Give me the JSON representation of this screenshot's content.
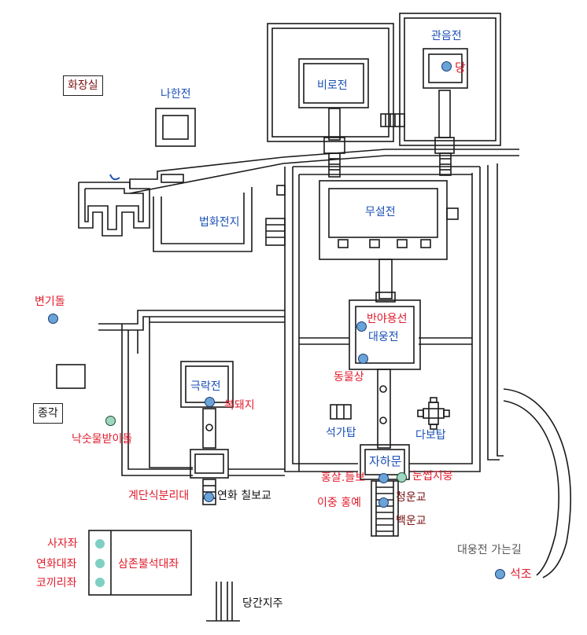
{
  "labels": {
    "hwajangsil": "화장실",
    "nahanjeon": "나한전",
    "birojeon": "비로전",
    "gwaneumjeon": "관음전",
    "dang": "당",
    "beophwajeonji": "법화전지",
    "museoljeon": "무설전",
    "byeongidol": "변기돌",
    "banyayongseon": "반야용선",
    "daeungjeon": "대웅전",
    "dongmulsang": "동물상",
    "geungnakjeon": "극락전",
    "bokdwaeji": "복돼지",
    "jonggak": "종각",
    "naksumulbadidol": "낙숫물받이돌",
    "seokgatap": "석가탑",
    "dabotap": "다보탑",
    "jahamun": "자하문",
    "hongsaldeulbo": "홍살.들보",
    "nunsseopjibung": "눈썹지붕",
    "cheongungyo": "청운교",
    "ijunghongye": "이중 홍예",
    "baegungyo": "백운교",
    "gyedansikbunridae": "계단식분리대",
    "yeonhwachilbogyo": "연화 칠보교",
    "sajajwa": "사자좌",
    "yeonhwadaejwa": "연화대좌",
    "kokkirijwa": "코끼리좌",
    "samjonbulseokdaejwa": "삼존불석대좌",
    "daeungjeonganeungil": "대웅전 가는길",
    "seokjo": "석조",
    "danggangjiju": "당간지주"
  },
  "colors": {
    "building_label": "#1a4fb4",
    "feature_label": "#e01c2c",
    "facility_label": "#7a1010",
    "marker_fill": "#6aa3d6",
    "marker_green": "#9fd6c2",
    "marker_teal": "#7fcfc4"
  }
}
